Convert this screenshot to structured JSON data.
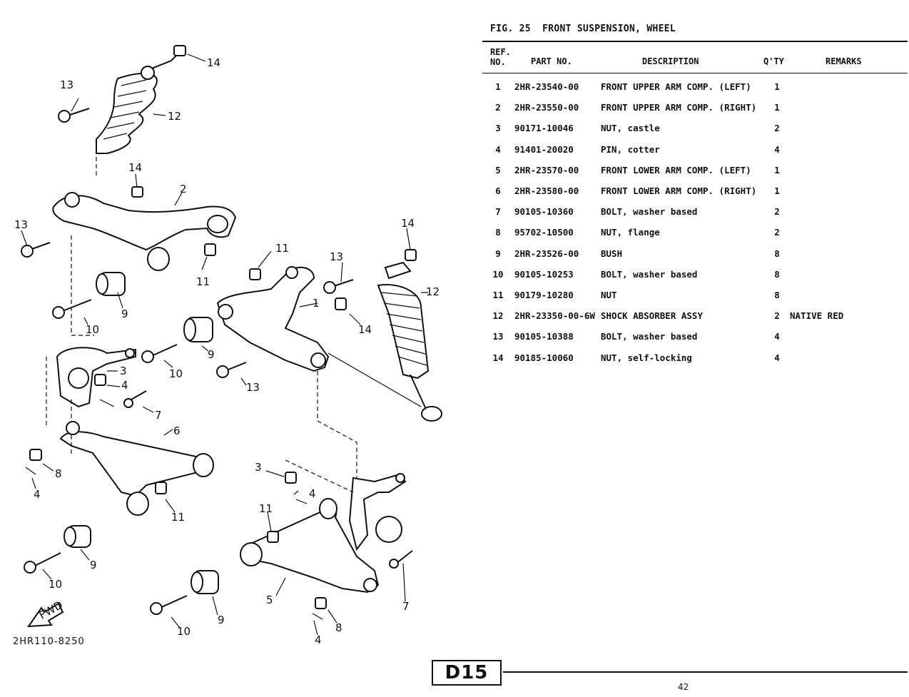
{
  "figure": {
    "title": "FIG. 25  FRONT SUSPENSION, WHEEL"
  },
  "table": {
    "headers": {
      "ref_line1": "REF.",
      "ref_line2": "NO.",
      "part_no": "PART NO.",
      "description": "DESCRIPTION",
      "qty": "Q'TY",
      "remarks": "REMARKS"
    },
    "rows": [
      {
        "ref": "1",
        "part_no": "2HR-23540-00",
        "description": "FRONT UPPER ARM COMP. (LEFT)",
        "qty": "1",
        "remarks": ""
      },
      {
        "ref": "2",
        "part_no": "2HR-23550-00",
        "description": "FRONT UPPER ARM COMP. (RIGHT)",
        "qty": "1",
        "remarks": ""
      },
      {
        "ref": "3",
        "part_no": "90171-10046",
        "description": "NUT, castle",
        "qty": "2",
        "remarks": ""
      },
      {
        "ref": "4",
        "part_no": "91401-20020",
        "description": "PIN, cotter",
        "qty": "4",
        "remarks": ""
      },
      {
        "ref": "5",
        "part_no": "2HR-23570-00",
        "description": "FRONT LOWER ARM COMP. (LEFT)",
        "qty": "1",
        "remarks": ""
      },
      {
        "ref": "6",
        "part_no": "2HR-23580-00",
        "description": "FRONT LOWER ARM COMP. (RIGHT)",
        "qty": "1",
        "remarks": ""
      },
      {
        "ref": "7",
        "part_no": "90105-10360",
        "description": "BOLT, washer based",
        "qty": "2",
        "remarks": ""
      },
      {
        "ref": "8",
        "part_no": "95702-10500",
        "description": "NUT, flange",
        "qty": "2",
        "remarks": ""
      },
      {
        "ref": "9",
        "part_no": "2HR-23526-00",
        "description": "BUSH",
        "qty": "8",
        "remarks": ""
      },
      {
        "ref": "10",
        "part_no": "90105-10253",
        "description": "BOLT, washer based",
        "qty": "8",
        "remarks": ""
      },
      {
        "ref": "11",
        "part_no": "90179-10280",
        "description": "NUT",
        "qty": "8",
        "remarks": ""
      },
      {
        "ref": "12",
        "part_no": "2HR-23350-00-6W",
        "description": "SHOCK ABSORBER ASSY",
        "qty": "2",
        "remarks": "NATIVE RED"
      },
      {
        "ref": "13",
        "part_no": "90105-10388",
        "description": "BOLT, washer based",
        "qty": "4",
        "remarks": ""
      },
      {
        "ref": "14",
        "part_no": "90185-10060",
        "description": "NUT, self-locking",
        "qty": "4",
        "remarks": ""
      }
    ]
  },
  "diagram": {
    "code": "2HR110-8250",
    "fwd": "FWD",
    "callouts": [
      "14",
      "13",
      "12",
      "14",
      "2",
      "13",
      "11",
      "9",
      "10",
      "11",
      "13",
      "14",
      "12",
      "1",
      "14",
      "9",
      "10",
      "3",
      "4",
      "13",
      "7",
      "6",
      "8",
      "4",
      "11",
      "9",
      "10",
      "3",
      "4",
      "11",
      "5",
      "8",
      "4",
      "9",
      "10",
      "7"
    ]
  },
  "footer": {
    "section": "D15",
    "page": "42"
  }
}
